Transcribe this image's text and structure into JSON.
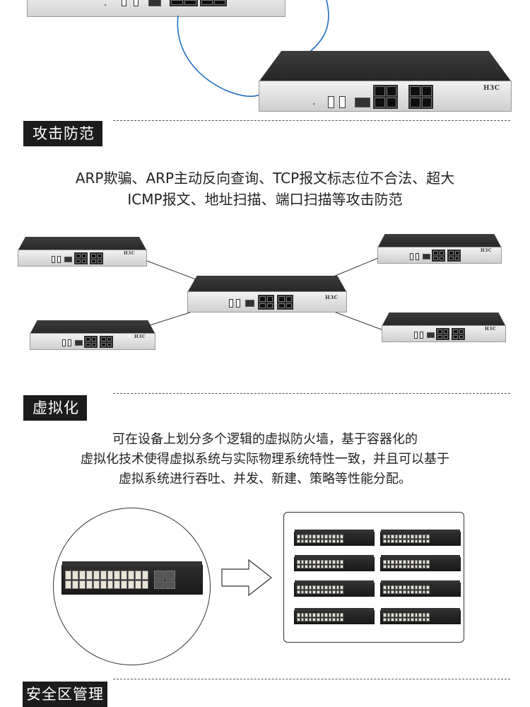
{
  "sections": {
    "attack": {
      "title": "攻击防范",
      "desc_line1": "ARP欺骗、ARP主动反向查询、TCP报文标志位不合法、超大",
      "desc_line2": "ICMP报文、地址扫描、端口扫描等攻击防范"
    },
    "virtual": {
      "title": "虚拟化",
      "desc_line1": "可在设备上划分多个逻辑的虚拟防火墙，基于容器化的",
      "desc_line2": "虚拟化技术使得虚拟系统与实际物理系统特性一致，并且可以基于",
      "desc_line3": "虚拟系统进行吞吐、并发、新建、策略等性能分配。"
    },
    "security_zone": {
      "title": "安全区管理"
    }
  },
  "brand": {
    "logo": "H3C"
  },
  "colors": {
    "header_bg": "#1c1c1c",
    "connector_blue": "#1f6fc4",
    "device_body": "#262626"
  },
  "icons": [
    "firewall-device",
    "switch-device",
    "arrow-right-outline"
  ]
}
